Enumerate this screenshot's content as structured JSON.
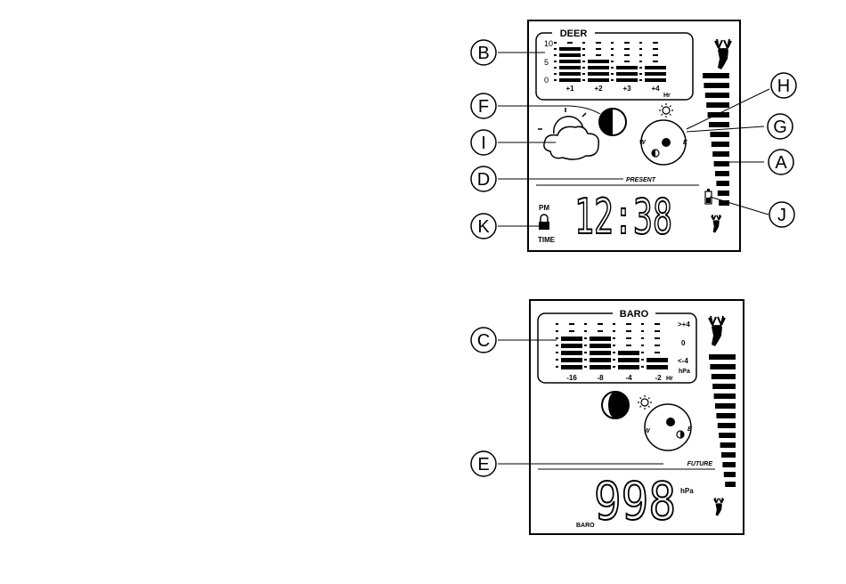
{
  "callouts": {
    "A": "A",
    "B": "B",
    "C": "C",
    "D": "D",
    "E": "E",
    "F": "F",
    "G": "G",
    "H": "H",
    "I": "I",
    "J": "J",
    "K": "K"
  },
  "deer_panel": {
    "title": "DEER",
    "y_ticks": [
      "10",
      "5",
      "0"
    ],
    "x_ticks": [
      "+1",
      "+2",
      "+3",
      "+4"
    ],
    "unit": "Hr",
    "present_label": "PRESENT",
    "pm_label": "PM",
    "time_label": "TIME",
    "clock": "12:38"
  },
  "baro_panel": {
    "title": "BARO",
    "right_ticks": [
      ">+4",
      "0",
      "<-4"
    ],
    "right_unit": "hPa",
    "x_ticks": [
      "-16",
      "-8",
      "-4",
      "-2"
    ],
    "unit": "Hr",
    "future_label": "FUTURE",
    "pressure": "998",
    "pressure_unit": "hPa",
    "baro_label": "BARO"
  },
  "compass": {
    "west": "W",
    "east": "E"
  },
  "icons": [
    "deer-head-icon",
    "sun-icon",
    "moon-phase-icon",
    "cloud-icon",
    "battery-icon",
    "lock-icon"
  ]
}
